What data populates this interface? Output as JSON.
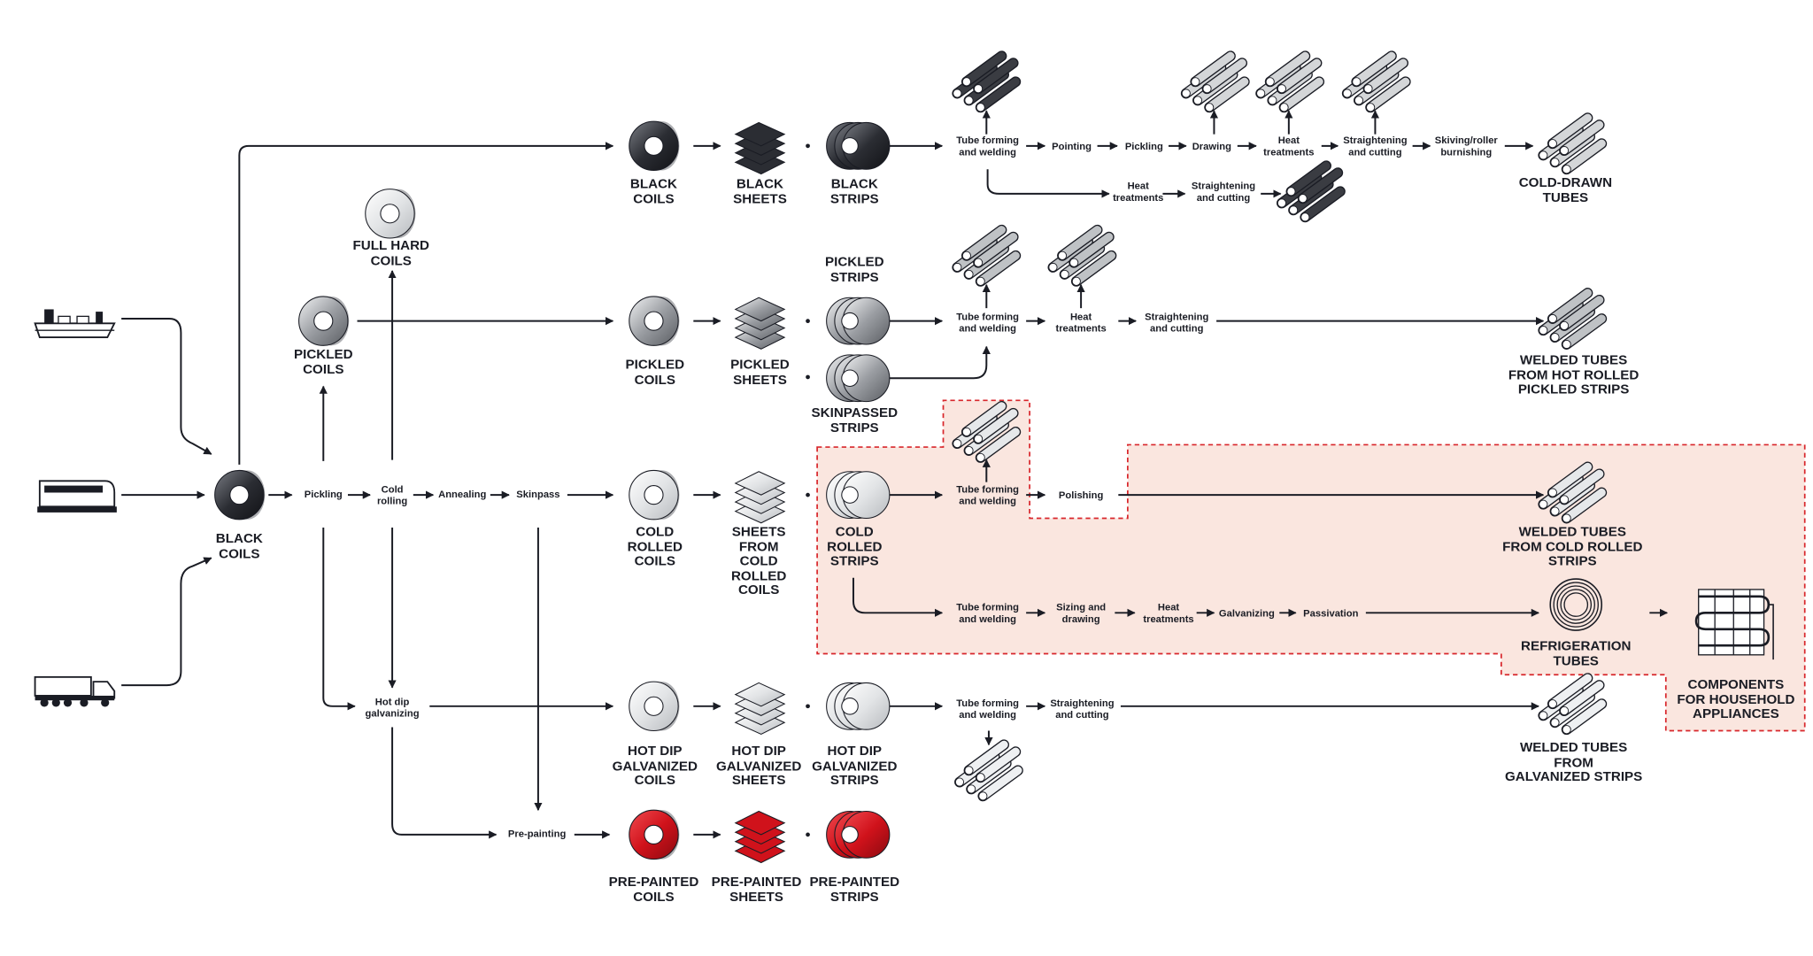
{
  "colors": {
    "ink": "#1a1c24",
    "highlight_fill": "#fae6df",
    "highlight_border": "#d8262b",
    "red": "#d0121b",
    "dark": "#2b2d33",
    "light": "#e2e4e6"
  },
  "transport": {
    "ship": "ship-icon",
    "train": "train-icon",
    "truck": "truck-icon"
  },
  "nodes": {
    "black_coils_in": "BLACK\nCOILS",
    "pickled_coils": "PICKLED\nCOILS",
    "full_hard_coils": "FULL HARD\nCOILS"
  },
  "steps": {
    "pickling": "Pickling",
    "cold_rolling": "Cold\nrolling",
    "annealing": "Annealing",
    "skinpass": "Skinpass",
    "hot_dip": "Hot dip\ngalvanizing",
    "pre_painting": "Pre-painting"
  },
  "rows": {
    "black": {
      "coils": "BLACK\nCOILS",
      "sheets": "BLACK\nSHEETS",
      "strips": "BLACK\nSTRIPS"
    },
    "pickled": {
      "coils": "PICKLED\nCOILS",
      "sheets": "PICKLED\nSHEETS",
      "strips": "PICKLED\nSTRIPS",
      "skinpassed": "SKINPASSED\nSTRIPS"
    },
    "cold": {
      "coils": "COLD\nROLLED\nCOILS",
      "sheets": "SHEETS\nFROM\nCOLD\nROLLED\nCOILS",
      "strips": "COLD\nROLLED\nSTRIPS"
    },
    "galv": {
      "coils": "HOT DIP\nGALVANIZED\nCOILS",
      "sheets": "HOT DIP\nGALVANIZED\nSHEETS",
      "strips": "HOT DIP\nGALVANIZED\nSTRIPS"
    },
    "paint": {
      "coils": "PRE-PAINTED\nCOILS",
      "sheets": "PRE-PAINTED\nSHEETS",
      "strips": "PRE-PAINTED\nSTRIPS"
    }
  },
  "tube_steps": {
    "r1": [
      "Tube forming\nand welding",
      "Pointing",
      "Pickling",
      "Drawing",
      "Heat\ntreatments",
      "Straightening\nand cutting",
      "Skiving/roller\nburnishing"
    ],
    "r1b": [
      "Heat\ntreatments",
      "Straightening\nand cutting"
    ],
    "r2": [
      "Tube forming\nand welding",
      "Heat\ntreatments",
      "Straightening\nand cutting"
    ],
    "r3": [
      "Tube forming\nand welding",
      "Polishing"
    ],
    "r4": [
      "Tube forming\nand welding",
      "Sizing and\ndrawing",
      "Heat\ntreatments",
      "Galvanizing",
      "Passivation"
    ],
    "r5": [
      "Tube forming\nand welding",
      "Straightening\nand cutting"
    ]
  },
  "outputs": {
    "cold_drawn": "COLD-DRAWN\nTUBES",
    "welded_pickled": "WELDED TUBES\nFROM HOT ROLLED\nPICKLED STRIPS",
    "welded_cold": "WELDED TUBES\nFROM COLD ROLLED\nSTRIPS",
    "refrigeration": "REFRIGERATION\nTUBES",
    "components": "COMPONENTS\nFOR HOUSEHOLD\nAPPLIANCES",
    "welded_galv": "WELDED TUBES\nFROM\nGALVANIZED STRIPS"
  }
}
